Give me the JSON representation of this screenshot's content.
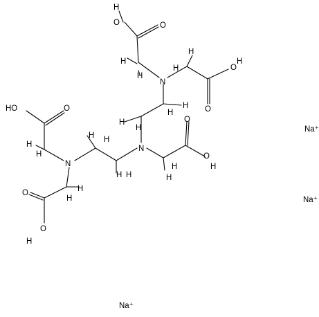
{
  "molecule": {
    "atoms": {
      "N1": "N",
      "N2": "N",
      "N3": "N",
      "CH2": "H",
      "O": "O",
      "OH": "OH",
      "HO": "HO",
      "H": "H"
    },
    "counter_ions": [
      "Na+",
      "Na+",
      "Na+"
    ],
    "ions": {
      "na1": "Na⁺",
      "na2": "Na⁺",
      "na3": "Na⁺"
    }
  }
}
